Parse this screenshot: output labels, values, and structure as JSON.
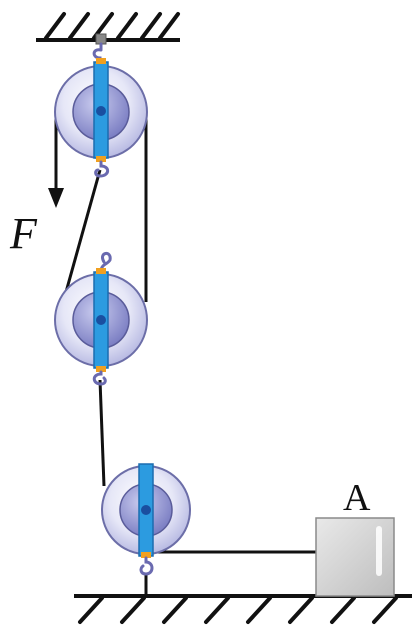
{
  "labels": {
    "force": "F",
    "block": "A"
  },
  "colors": {
    "pulley_outer": "#e2e4f6",
    "pulley_inner": "#9c9ed4",
    "pulley_edge": "#5a5c9a",
    "strap": "#2c9be0",
    "axle": "#1a4fa0",
    "hook": "#6a6ab0",
    "pin": "#f0a020",
    "block_fill": "#d9d9d9",
    "rope": "#111111"
  },
  "icons": [
    "ceiling-hatch",
    "ground-hatch",
    "pulley",
    "hook",
    "block",
    "force-arrow"
  ]
}
